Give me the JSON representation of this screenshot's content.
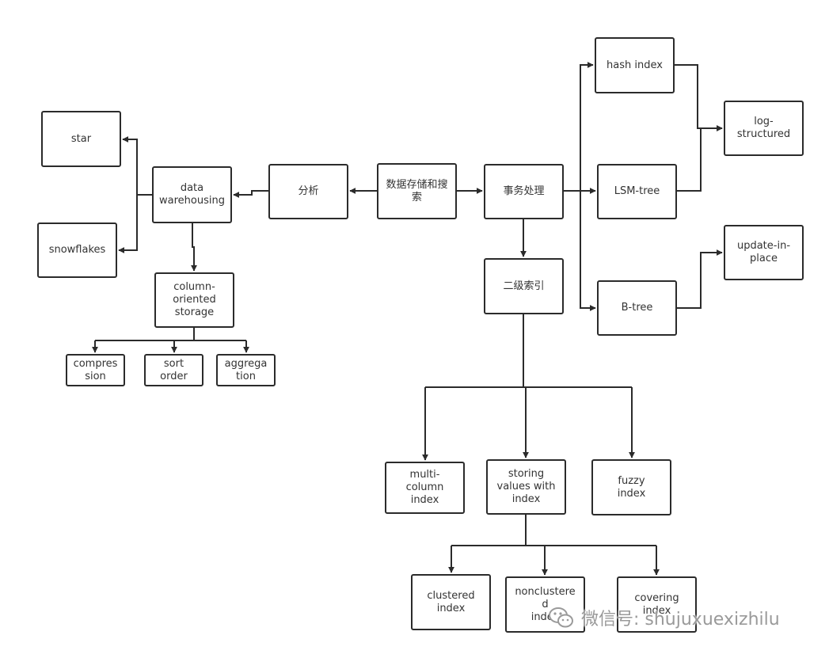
{
  "nodes": {
    "star": "star",
    "snowflakes": "snowflakes",
    "data_warehousing": "data\nwarehousing",
    "fenxi": "分析",
    "root": "数据存储和搜\n索",
    "shiwu": "事务处理",
    "hash_index": "hash index",
    "log_structured": "log-\nstructured",
    "lsm_tree": "LSM-tree",
    "update_in_place": "update-in-\nplace",
    "b_tree": "B-tree",
    "secondary_index": "二级索引",
    "column_storage": "column-\noriented\nstorage",
    "compression": "compres\nsion",
    "sort_order": "sort\norder",
    "aggregation": "aggrega\ntion",
    "multi_column": "multi-\ncolumn\nindex",
    "storing_values": "storing\nvalues with\nindex",
    "fuzzy_index": "fuzzy\nindex",
    "clustered": "clustered\nindex",
    "nonclustered": "nonclustere\nd\nindex",
    "covering": "covering\nindex"
  },
  "watermark": {
    "icon": "wechat-icon",
    "text": "微信号: shujuxuexizhilu"
  },
  "colors": {
    "line": "#2b2b2b",
    "border": "#2b2b2b",
    "text": "#333333"
  }
}
